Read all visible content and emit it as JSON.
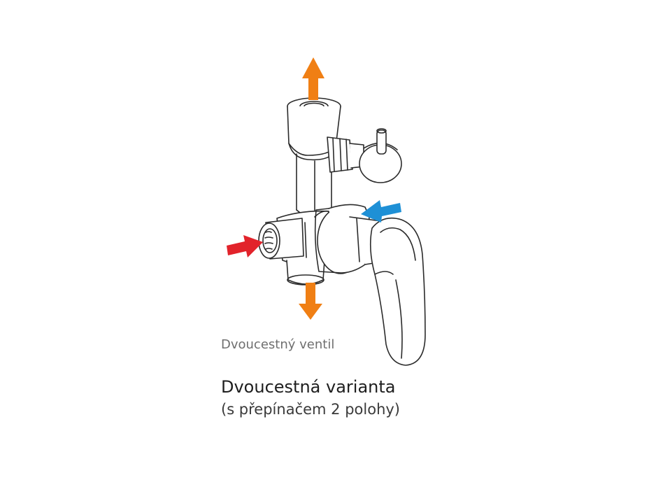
{
  "captions": {
    "small_label": "Dvoucestný ventil",
    "title": "Dvoucestná varianta",
    "subtitle": "(s přepínačem 2 polohy)"
  },
  "colors": {
    "outlet_arrow": "#F07F14",
    "hot_inlet_arrow": "#E2232B",
    "cold_inlet_arrow": "#1E90D6",
    "line": "#2b2b2b"
  },
  "icons": {
    "top_outlet": "arrow-up",
    "bottom_outlet": "arrow-down",
    "hot_inlet": "arrow-right",
    "cold_inlet": "arrow-left"
  }
}
